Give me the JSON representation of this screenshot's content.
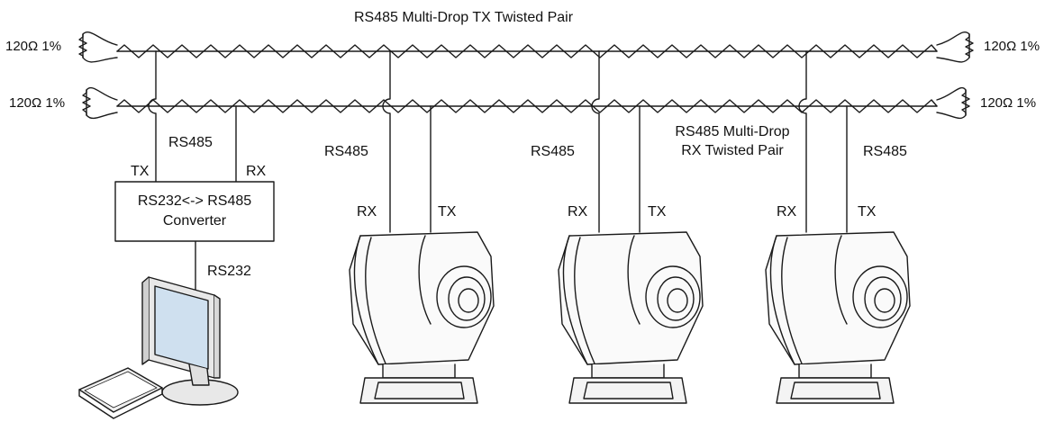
{
  "diagram": {
    "tx_pair_title": "RS485 Multi-Drop TX Twisted Pair",
    "rx_pair_title_line1": "RS485 Multi-Drop",
    "rx_pair_title_line2": "RX Twisted Pair",
    "terminators": {
      "top_left": "120Ω 1%",
      "top_right": "120Ω 1%",
      "bottom_left": "120Ω 1%",
      "bottom_right": "120Ω 1%"
    },
    "converter": {
      "line1": "RS232<-> RS485",
      "line2": "Converter",
      "bus_label": "RS485",
      "tx_label": "TX",
      "rx_label": "RX",
      "pc_link_label": "RS232"
    },
    "cameras": [
      {
        "bus_label": "RS485",
        "rx_label": "RX",
        "tx_label": "TX"
      },
      {
        "bus_label": "RS485",
        "rx_label": "RX",
        "tx_label": "TX"
      },
      {
        "bus_label": "RS485",
        "rx_label": "RX",
        "tx_label": "TX"
      }
    ],
    "colors": {
      "line": "#1a1a1a",
      "monitor_screen": "#cfe0ef",
      "background": "#ffffff"
    }
  }
}
